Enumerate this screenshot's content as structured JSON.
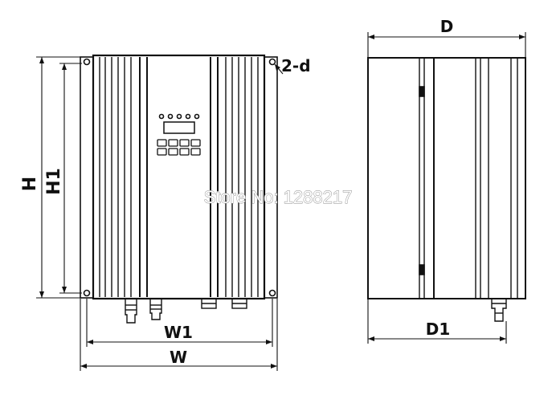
{
  "labels": {
    "height": "H",
    "height_inner": "H1",
    "hole": "2-d",
    "width_inner": "W1",
    "width": "W",
    "depth": "D",
    "depth_inner": "D1"
  },
  "watermark": "Store No: 1288217",
  "colors": {
    "line": "#111111",
    "fill": "#ffffff",
    "watermark_stroke": "#8a8a8a"
  }
}
